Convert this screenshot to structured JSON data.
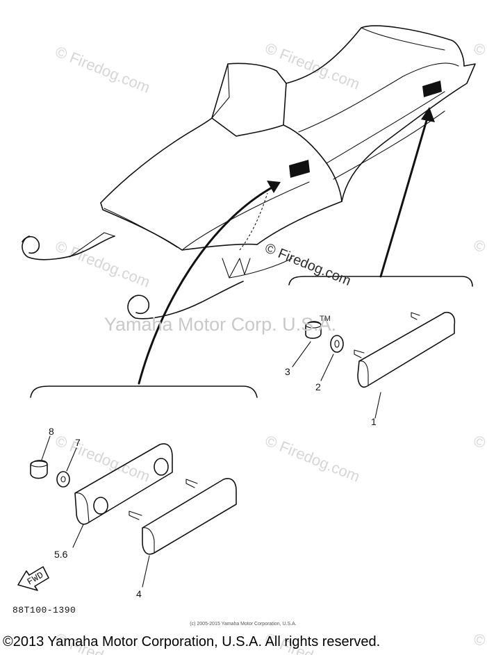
{
  "callouts": {
    "c1": "1",
    "c2": "2",
    "c3": "3",
    "c4": "4",
    "c56": "5.6",
    "c7": "7",
    "c8": "8"
  },
  "diagram_code": "88T100-1390",
  "fwd_label": "FWD",
  "watermarks": {
    "firedog": "© Firedog.com",
    "firedog_center": "© Firedog.com",
    "yamaha_corp": "Yamaha Motor Corp. U.S.A.",
    "tm": "TM"
  },
  "small_copyright": "(c) 2005-2015 Yamaha Motor Corporation, U.S.A.",
  "footer_copyright": "©2013 Yamaha Motor Corporation, U.S.A. All rights reserved.",
  "colors": {
    "line": "#111111",
    "watermark": "#d6d6d6",
    "background": "#ffffff"
  }
}
